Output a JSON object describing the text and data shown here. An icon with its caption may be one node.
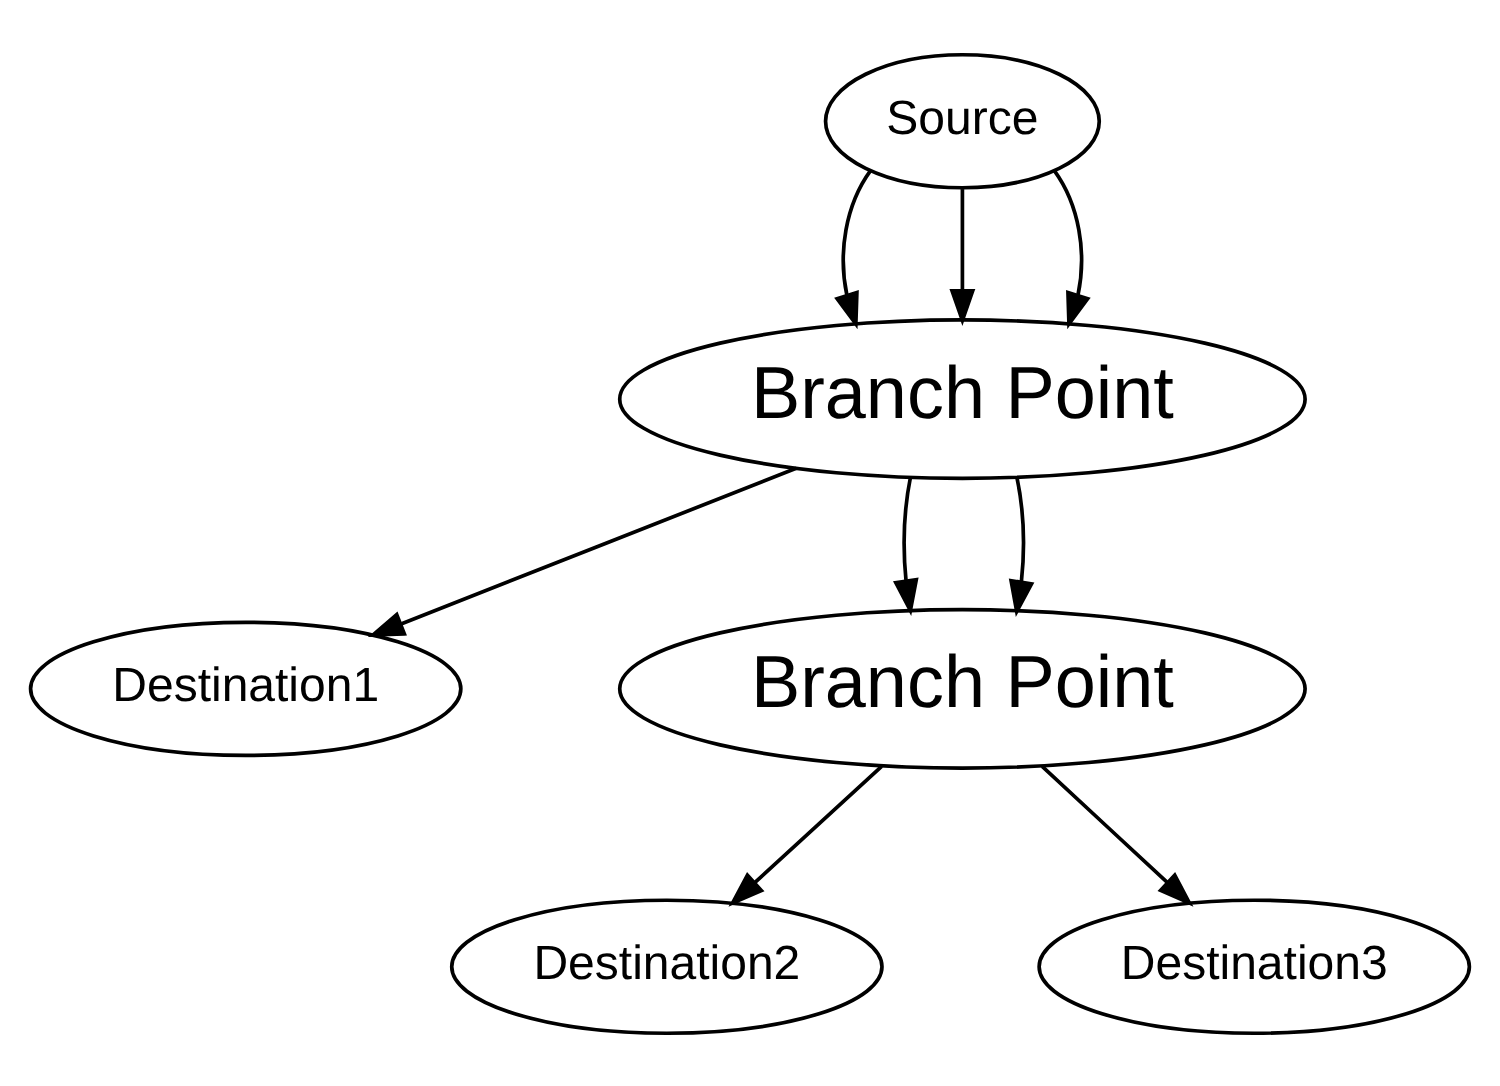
{
  "diagram": {
    "nodes": [
      {
        "text": [
          "Source"
        ]
      },
      {
        "text": [
          "Branch Point"
        ]
      },
      {
        "text": [
          "Destination1"
        ]
      },
      {
        "text": [
          "Branch Point"
        ]
      },
      {
        "text": [
          "Destination2"
        ]
      },
      {
        "text": [
          "Destination3"
        ]
      }
    ],
    "edges": [
      {
        "from": 0,
        "to": 1,
        "arrow": "to"
      },
      {
        "from": 0,
        "to": 1,
        "arrow": "to"
      },
      {
        "from": 0,
        "to": 1,
        "arrow": "to"
      },
      {
        "from": 1,
        "to": 2,
        "arrow": "to"
      },
      {
        "from": 1,
        "to": 3,
        "arrow": "to"
      },
      {
        "from": 1,
        "to": 3,
        "arrow": "to"
      },
      {
        "from": 3,
        "to": 4,
        "arrow": "to"
      },
      {
        "from": 3,
        "to": 5,
        "arrow": "to"
      }
    ]
  }
}
